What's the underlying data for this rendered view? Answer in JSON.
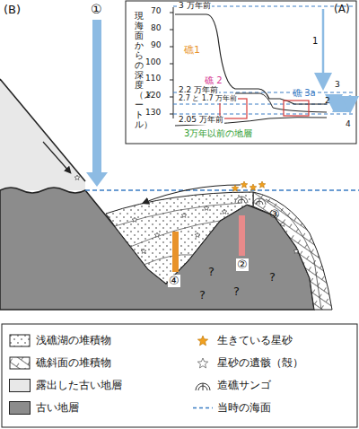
{
  "diagram": {
    "labels": [
      "(B)",
      "①",
      "(A)",
      "現海面からの深度（メートル）",
      "70",
      "80",
      "90",
      "100",
      "110",
      "120",
      "130",
      "3 万年前",
      "2.2 万年前",
      "2.7 と 1.7 万年前",
      "2.05 万年前",
      "3万年以前の地層",
      "礁1",
      "礁 2",
      "礁 3a",
      "1",
      "2",
      "3",
      "4",
      "②",
      "③",
      "④",
      "?",
      "?",
      "?",
      "?"
    ],
    "legend": [
      {
        "text": "浅礁湖の堆積物"
      },
      {
        "text": "生きている星砂"
      },
      {
        "text": "礁斜面の堆積物"
      },
      {
        "text": "星砂の遺骸（殻）"
      },
      {
        "text": "露出した古い地層",
        "color": "#e8e8e8"
      },
      {
        "text": "造礁サンゴ"
      },
      {
        "text": "古い地層",
        "color": "#8c8c8c"
      },
      {
        "text": "当時の海面"
      }
    ]
  }
}
